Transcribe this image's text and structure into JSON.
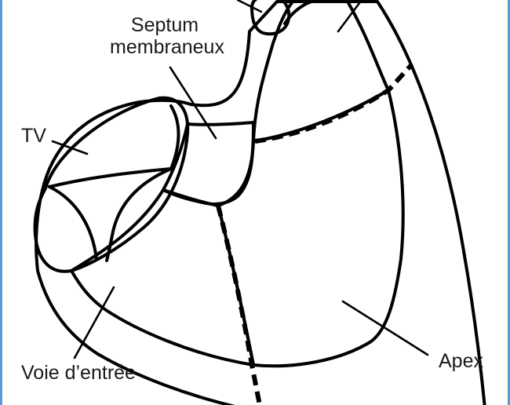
{
  "labels": {
    "septum_line1": "Septum",
    "septum_line2": "membraneux",
    "tv": "TV",
    "inlet": "Voie d’entrée",
    "apex": "Apex"
  },
  "colors": {
    "outlet": "#bf9c6c",
    "septum_membraneux": "#a31e2a",
    "inlet": "#7c8a36",
    "apex": "#66a6dc",
    "border": "#5b9bd5"
  }
}
